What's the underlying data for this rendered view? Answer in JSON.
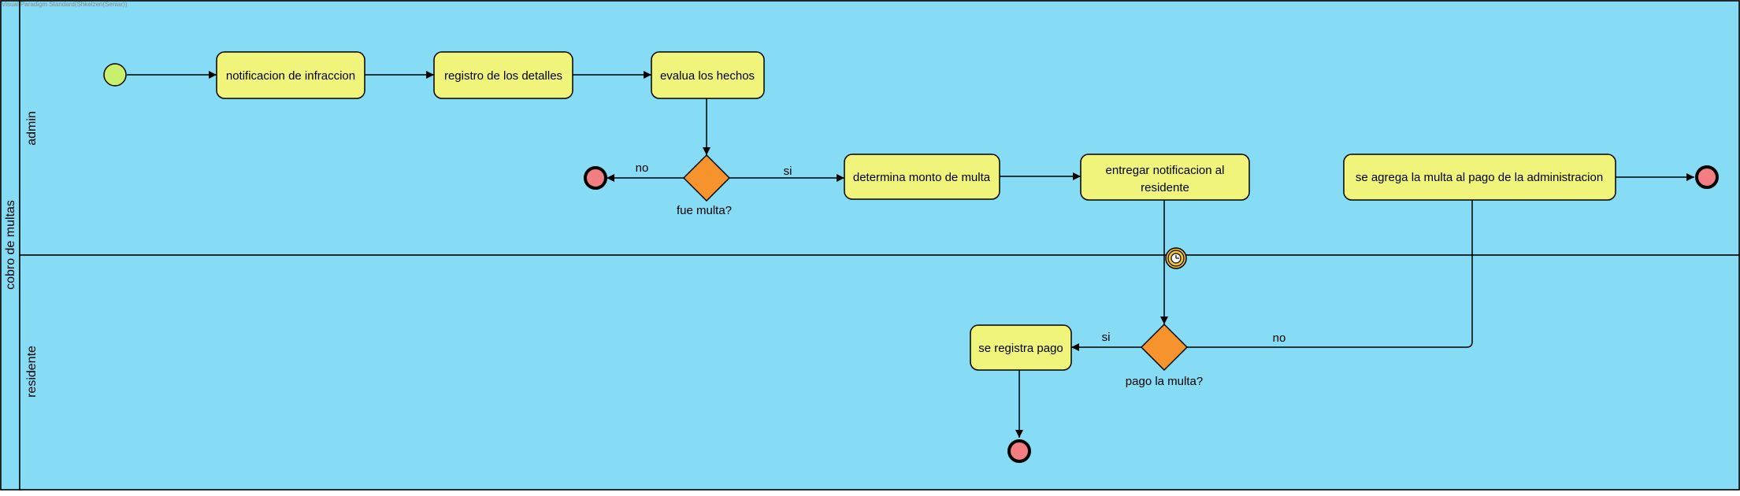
{
  "watermark": "Visual Paradigm Standard(Shkelzen(Seniar))",
  "pool": {
    "label": "cobro de multas"
  },
  "lanes": [
    {
      "id": "admin",
      "label": "admin"
    },
    {
      "id": "residente",
      "label": "residente"
    }
  ],
  "tasks": [
    {
      "id": "t1",
      "lines": [
        "notificacion de infraccion"
      ]
    },
    {
      "id": "t2",
      "lines": [
        "registro de los detalles"
      ]
    },
    {
      "id": "t3",
      "lines": [
        "evalua los hechos"
      ]
    },
    {
      "id": "t4",
      "lines": [
        "determina monto de multa"
      ]
    },
    {
      "id": "t5",
      "lines": [
        "entregar notificacion al",
        "residente"
      ]
    },
    {
      "id": "t6",
      "lines": [
        "se agrega la multa al pago de la administracion"
      ]
    },
    {
      "id": "t7",
      "lines": [
        "se registra pago"
      ]
    }
  ],
  "gateways": [
    {
      "id": "g1",
      "label": "fue multa?"
    },
    {
      "id": "g2",
      "label": "pago la multa?"
    }
  ],
  "flow_labels": [
    {
      "id": "f-no-1",
      "text": "no"
    },
    {
      "id": "f-si-1",
      "text": "si"
    },
    {
      "id": "f-si-2",
      "text": "si"
    },
    {
      "id": "f-no-2",
      "text": "no"
    }
  ],
  "colors": {
    "lane_fill": "#86dcf4",
    "task_fill": "#f0f47a",
    "gateway_fill": "#f7932c",
    "start_fill": "#c8f06c",
    "end_fill": "#f27e82",
    "timer_fill": "#f5c33a",
    "stroke": "#000000"
  }
}
